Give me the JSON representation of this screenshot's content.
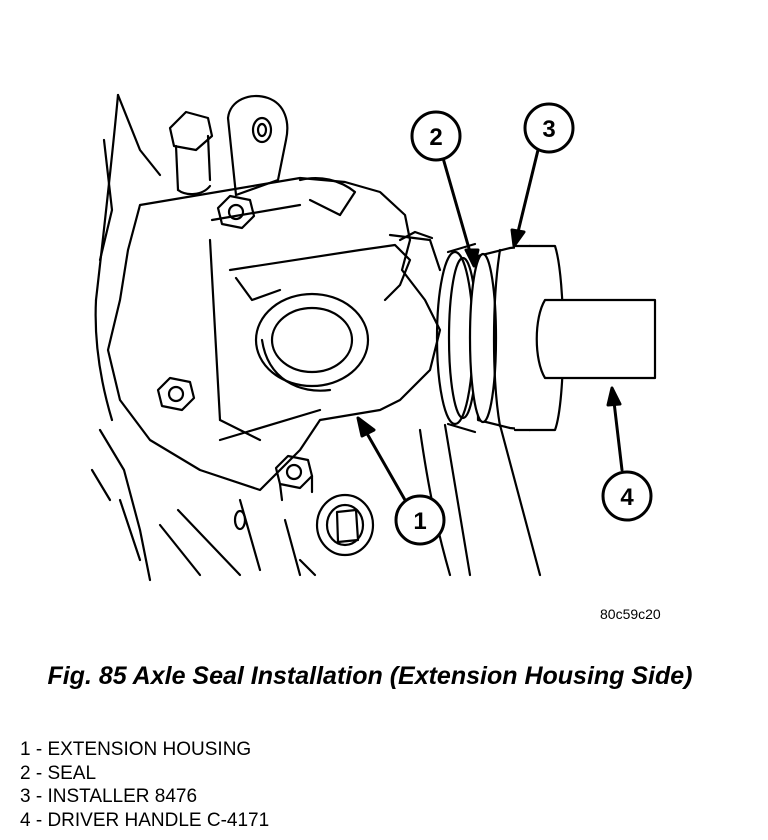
{
  "figure": {
    "code": "80c59c20",
    "caption": "Fig. 85 Axle Seal Installation (Extension Housing Side)"
  },
  "callouts": [
    {
      "number": "1",
      "label": "EXTENSION HOUSING"
    },
    {
      "number": "2",
      "label": "SEAL"
    },
    {
      "number": "3",
      "label": "INSTALLER 8476"
    },
    {
      "number": "4",
      "label": "DRIVER HANDLE C-4171"
    }
  ],
  "legend": [
    "1 - EXTENSION HOUSING",
    "2 - SEAL",
    "3 - INSTALLER 8476",
    "4 - DRIVER HANDLE C-4171"
  ]
}
